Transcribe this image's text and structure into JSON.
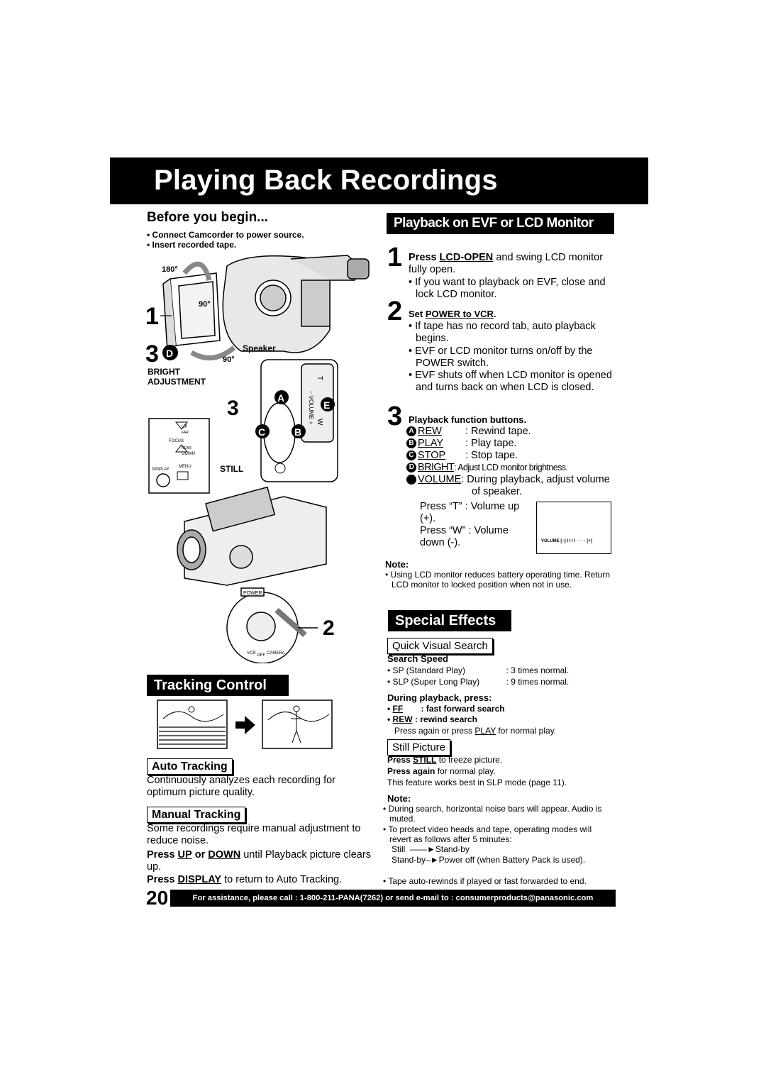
{
  "title": "Playing Back Recordings",
  "before": {
    "heading": "Before you begin...",
    "items": [
      "Connect Camcorder to power source.",
      "Insert recorded tape."
    ]
  },
  "diagram": {
    "angle180": "180°",
    "angle90a": "90°",
    "angle90b": "90°",
    "speaker": "Speaker",
    "bright": "BRIGHT",
    "adjustment": "ADJUSTMENT",
    "still": "STILL",
    "up": "UP",
    "far": "FAR",
    "focus": "FOCUS",
    "near": "NEAR",
    "down": "DOWN",
    "display": "DISPLAY",
    "menu": "MENU",
    "power": "POWER",
    "vcr": "VCR",
    "off": "OFF",
    "camera": "CAMERA",
    "volume": "– VOLUME +",
    "t": "T",
    "w": "W",
    "step1": "1",
    "step3d": "3",
    "step3": "3",
    "step2": "2",
    "badgeA": "A",
    "badgeB": "B",
    "badgeC": "C",
    "badgeD": "D",
    "badgeE": "E"
  },
  "tracking": {
    "heading": "Tracking Control",
    "auto_heading": "Auto Tracking",
    "auto_text": "Continuously analyzes each recording for optimum picture quality.",
    "manual_heading": "Manual Tracking",
    "manual_text": "Some recordings require manual adjustment to reduce noise.",
    "press": "Press",
    "up": "UP",
    "or": "or",
    "down": "DOWN",
    "until": "until Playback picture clears up.",
    "display": "DISPLAY",
    "return": "to return to Auto Tracking."
  },
  "playback": {
    "heading": "Playback on EVF or LCD Monitor",
    "s1_num": "1",
    "s1_press": "Press",
    "s1_key": "LCD-OPEN",
    "s1_rest": "and swing LCD monitor fully open.",
    "s1_bullet": "If you want to playback on EVF, close and lock LCD monitor.",
    "s2_num": "2",
    "s2_set": "Set",
    "s2_key": "POWER to VCR",
    "s2_b1": "If tape has no record tab, auto playback begins.",
    "s2_b2": "EVF or LCD monitor turns on/off by the POWER switch.",
    "s2_b3": "EVF shuts off when LCD monitor is opened and turns back on when LCD is closed.",
    "s3_num": "3",
    "s3_head": "Playback function buttons.",
    "buttons": [
      {
        "badge": "A",
        "key": "REW",
        "desc": ": Rewind tape."
      },
      {
        "badge": "B",
        "key": "PLAY",
        "desc": ": Play tape."
      },
      {
        "badge": "C",
        "key": "STOP",
        "desc": ": Stop tape."
      },
      {
        "badge": "D",
        "key": "BRIGHT",
        "desc": ": Adjust LCD monitor brightness."
      },
      {
        "badge": "E",
        "key": "VOLUME",
        "desc": ": During playback, adjust volume of speaker."
      }
    ],
    "press_t": "Press “T”",
    "press_t_desc": ": Volume up (+).",
    "press_w": "Press “W”",
    "press_w_desc": ": Volume down (-).",
    "volume_bar": "VOLUME [–] I I I I · · · · [+]",
    "note_label": "Note:",
    "note": "Using LCD monitor reduces battery operating time. Return LCD monitor to locked position when not in use."
  },
  "special": {
    "heading": "Special Effects",
    "qvs_heading": "Quick Visual Search",
    "speed_label": "Search Speed",
    "sp": "SP   (Standard Play)",
    "sp_val": ": 3 times normal.",
    "slp": "SLP (Super Long Play)",
    "slp_val": ": 9 times normal.",
    "during": "During playback, press:",
    "ff": "FF",
    "ff_desc": ": fast forward search",
    "rew": "REW",
    "rew_desc": ": rewind search",
    "press_again": "Press again or press",
    "play": "PLAY",
    "for_normal": "for normal play.",
    "still_heading": "Still Picture",
    "press": "Press",
    "still": "STILL",
    "to_freeze": "to freeze picture.",
    "press_again_b": "Press again",
    "for_normal2": "for normal play.",
    "slp_note": "This feature works best in SLP mode (page 11).",
    "note_label": "Note:",
    "n1": "During search, horizontal noise bars will appear. Audio is muted.",
    "n2": "To protect video heads and tape, operating modes will revert as follows after 5 minutes:",
    "still_word": "Still",
    "standby": "Stand-by",
    "standby2": "Stand-by",
    "poweroff": "Power off (when Battery Pack is used).",
    "n3": "Tape auto-rewinds if played or fast forwarded to end."
  },
  "page_number": "20",
  "footer": "For assistance, please call : 1-800-211-PANA(7262) or send e-mail to : consumerproducts@panasonic.com"
}
